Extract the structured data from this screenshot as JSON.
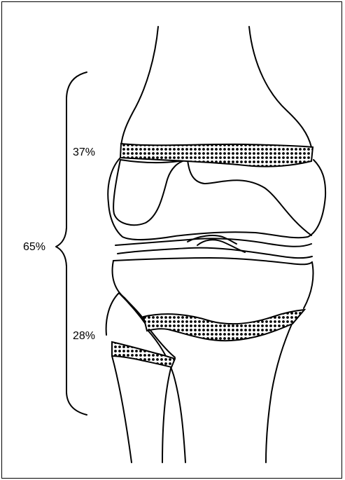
{
  "labels": {
    "total": "65%",
    "upper": "37%",
    "lower": "28%"
  },
  "colors": {
    "line": "#000000",
    "background": "#ffffff"
  },
  "figure": {
    "subject": "knee-joint-growth-plates"
  }
}
